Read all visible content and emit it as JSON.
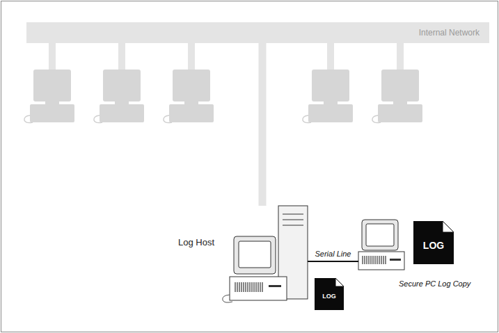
{
  "diagram": {
    "nodes": [
      {
        "text": [
          "Internal Network"
        ]
      },
      {
        "text": [
          "Log Host"
        ]
      },
      {
        "text": [
          "LOG"
        ]
      },
      {
        "text": [
          "Secure PC Log Copy"
        ]
      },
      {
        "text": [
          "LOG"
        ]
      }
    ],
    "edges": [
      {
        "from": 0,
        "to": 1,
        "arrow": "none"
      },
      {
        "from": 1,
        "to": 3,
        "label": "Serial Line",
        "arrow": "none"
      }
    ]
  }
}
